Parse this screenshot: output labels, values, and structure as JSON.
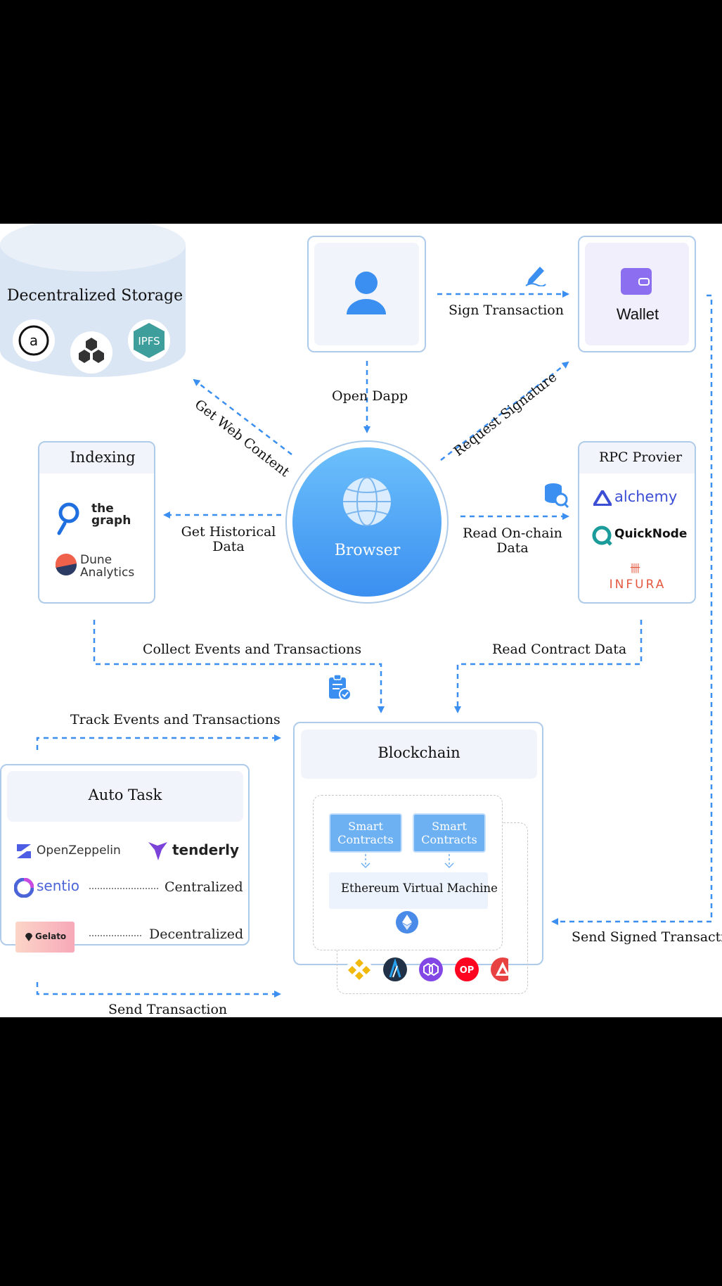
{
  "storage": {
    "title": "Decentralized Storage",
    "logos": [
      "arweave-logo",
      "filecoin-logo",
      "IPFS"
    ]
  },
  "user": {
    "icon": "user-icon"
  },
  "wallet": {
    "label": "Wallet",
    "icon": "wallet-icon"
  },
  "browser": {
    "label": "Browser",
    "icon": "globe-icon"
  },
  "indexing": {
    "title": "Indexing",
    "logos": [
      {
        "line1": "the",
        "line2": "graph"
      },
      {
        "line1": "Dune",
        "line2": "Analytics"
      }
    ]
  },
  "rpc": {
    "title": "RPC Provier",
    "logos": [
      "alchemy",
      "QuickNode",
      "INFURA"
    ]
  },
  "edges": {
    "sign_transaction": "Sign Transaction",
    "open_dapp": "Open Dapp",
    "get_web_content": "Get Web Content",
    "request_signature": "Request Signature",
    "get_historical_data_1": "Get Historical",
    "get_historical_data_2": "Data",
    "read_onchain_data_1": "Read On-chain",
    "read_onchain_data_2": "Data",
    "collect_events": "Collect Events and Transactions",
    "read_contract_data": "Read Contract Data",
    "track_events": "Track Events and Transactions",
    "send_signed_transaction": "Send Signed Transactio",
    "send_transaction": "Send Transaction"
  },
  "auto_task": {
    "title": "Auto Task",
    "logos": [
      "OpenZeppelin",
      "tenderly",
      "sentio",
      "Gelato"
    ],
    "centralized": "Centralized",
    "decentralized": "Decentralized"
  },
  "blockchain": {
    "title": "Blockchain",
    "smart_contract_1": "Smart Contracts",
    "smart_contract_2": "Smart Contracts",
    "evm": "Ethereum Virtual Machine",
    "chain_icons": [
      "bnb-icon",
      "arbitrum-icon",
      "polygon-icon",
      "optimism-icon",
      "avalanche-icon"
    ],
    "optimism_text": "OP"
  },
  "colors": {
    "accent": "#3b8ff0",
    "border": "#aecbea",
    "panel": "#f1f5fb"
  }
}
